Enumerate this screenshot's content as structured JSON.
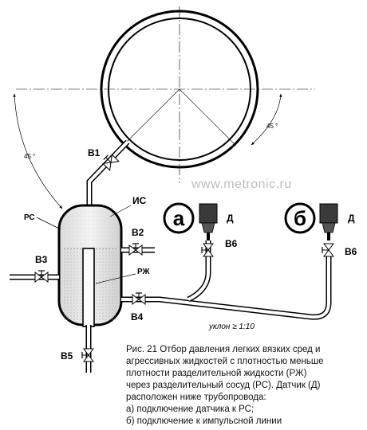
{
  "watermark": "www.metronic.ru",
  "angles": {
    "left": "45 °",
    "right": "45 °"
  },
  "valves": {
    "v1": "В1",
    "v2": "В2",
    "v3": "В3",
    "v4": "В4",
    "v5": "В5",
    "v6a": "В6",
    "v6b": "В6"
  },
  "vessel": {
    "rs": "РС",
    "is": "ИС",
    "rzh": "РЖ"
  },
  "schemes": {
    "a": "а",
    "b": "б"
  },
  "sensor": {
    "a": "Д",
    "b": "Д"
  },
  "slope": "уклон ≥ 1:10",
  "caption": {
    "lines": [
      "Рис. 21  Отбор давления легких вязких сред и",
      "агрессивных жидкостей с плотностью меньше",
      "плотности разделительной жидкости (РЖ)",
      "через разделительный сосуд (РС). Датчик (Д)",
      "расположен ниже трубопровода:",
      "а) подключение датчика к РС;",
      "б) подключение к импульсной линии"
    ]
  }
}
